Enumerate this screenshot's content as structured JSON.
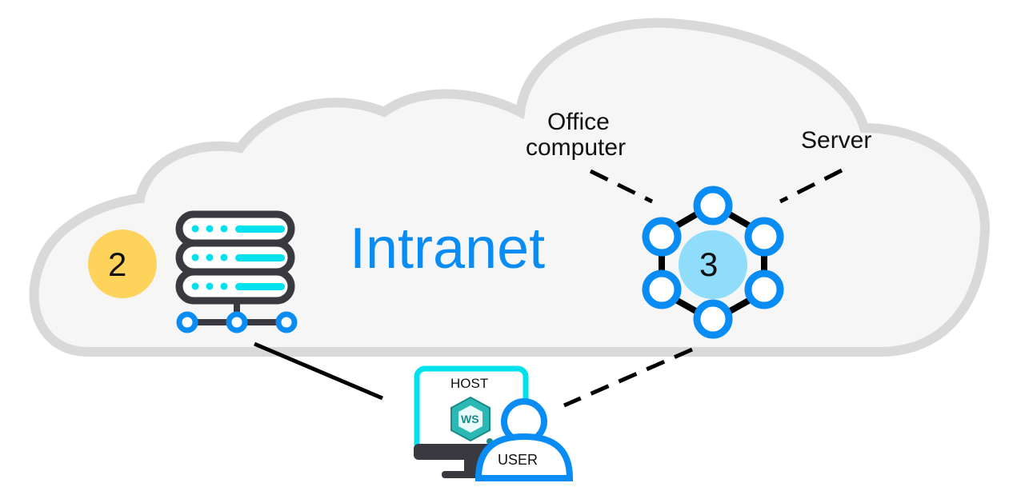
{
  "diagram": {
    "cloud_label": "Intranet",
    "server_badge": "2",
    "network_badge": "3",
    "office_computer_label": [
      "Office",
      "computer"
    ],
    "server_label": "Server",
    "host_label": "HOST",
    "user_label": "USER",
    "logo_text": "WS",
    "colors": {
      "cloud_fill": "#f6f6f6",
      "cloud_stroke": "#d9d9d9",
      "accent_blue": "#0a8cf5",
      "badge_yellow": "#fdd35c",
      "badge_light_blue": "#8fdcfb",
      "cyan": "#00e1ee",
      "dark": "#3a393f"
    }
  }
}
